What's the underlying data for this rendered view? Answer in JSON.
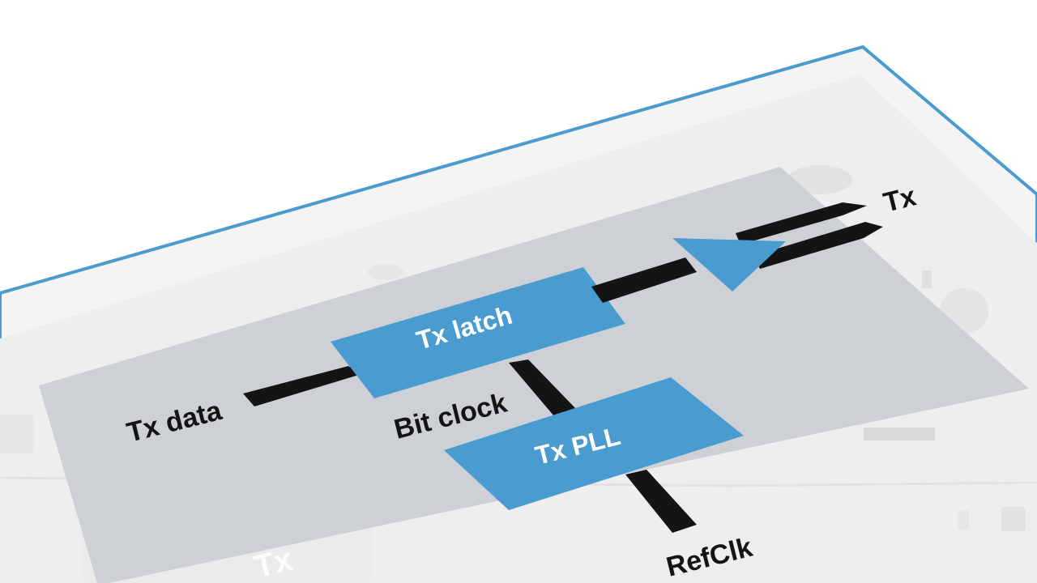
{
  "colors": {
    "accent_blue": "#4a9bd0",
    "board_gray": "#cdd1d6",
    "panel_white": "#f3f3f3",
    "signal_black": "#141414"
  },
  "blocks": {
    "tx_latch": "Tx latch",
    "tx_pll": "Tx PLL"
  },
  "signals": {
    "tx_data": "Tx data",
    "bit_clock": "Bit clock",
    "refclk": "RefClk",
    "tx_out": "Tx"
  },
  "board_label": "Tx",
  "symbols": {
    "driver": "triangle-buffer-icon"
  }
}
